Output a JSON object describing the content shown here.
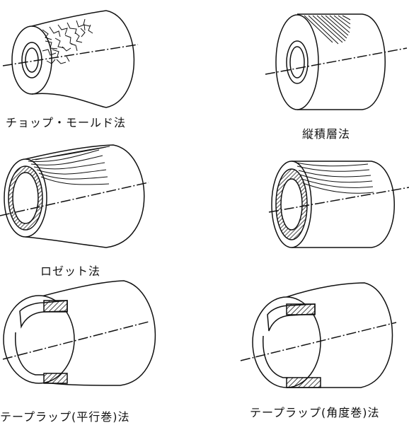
{
  "diagram": {
    "methods": [
      {
        "id": "chop-mold",
        "label": "チョップ・モールド法"
      },
      {
        "id": "vertical-lamination",
        "label": "縦積層法"
      },
      {
        "id": "rosette",
        "label": "ロゼット法"
      },
      {
        "id": "rosette-cylinder",
        "label": ""
      },
      {
        "id": "tape-wrap-parallel",
        "label": "テープラップ(平行巻)法"
      },
      {
        "id": "tape-wrap-angle",
        "label": "テープラップ(角度巻)法"
      }
    ],
    "colors": {
      "line": "#111111",
      "background": "#ffffff"
    }
  }
}
